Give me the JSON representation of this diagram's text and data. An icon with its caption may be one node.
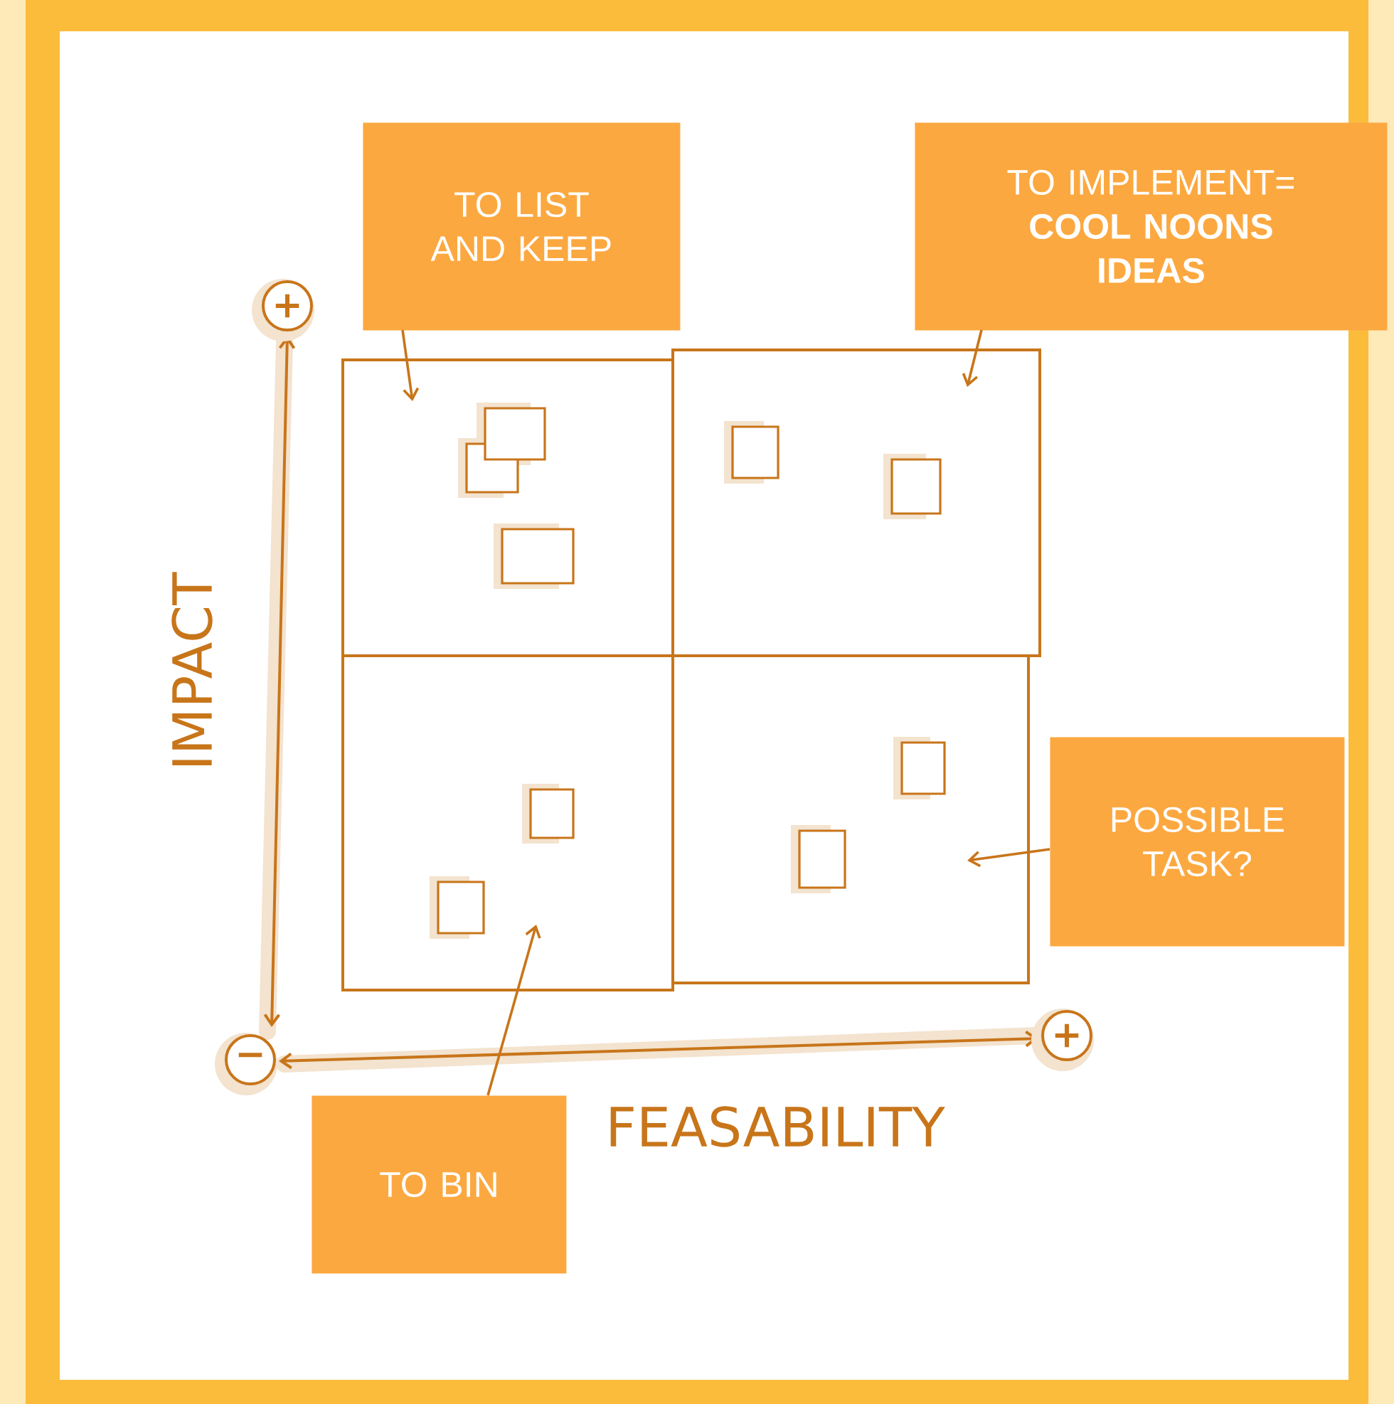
{
  "diagram": {
    "nodes": [
      {
        "text": [
          "TO LIST AND KEEP"
        ]
      },
      {
        "text": [
          "TO IMPLEMENT= **COOL NOONS IDEAS**"
        ]
      },
      {
        "text": [
          "POSSIBLE TASK?"
        ]
      },
      {
        "text": [
          "TO BIN"
        ]
      },
      {
        "text": [],
        "shape": "box"
      },
      {
        "text": [],
        "shape": "box"
      },
      {
        "text": [],
        "shape": "box"
      },
      {
        "text": [],
        "shape": "box"
      }
    ],
    "edges": [
      {
        "from": 0,
        "to": 4,
        "arrow": "to"
      },
      {
        "from": 1,
        "to": 5,
        "arrow": "to"
      },
      {
        "from": 2,
        "to": 7,
        "arrow": "to"
      },
      {
        "from": 3,
        "to": 6,
        "arrow": "to"
      }
    ],
    "labels": [
      "+",
      "IMPACT",
      "−",
      "+",
      "FEASABILITY"
    ]
  }
}
